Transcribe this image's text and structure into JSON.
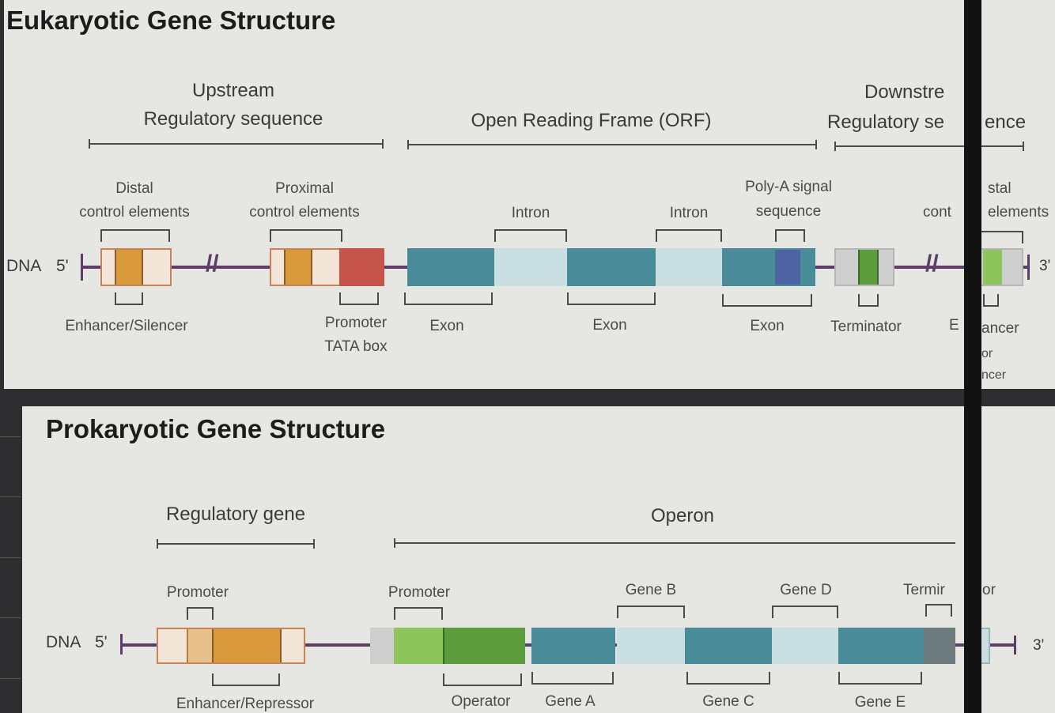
{
  "eukaryotic": {
    "title": "Eukaryotic Gene Structure",
    "regions": {
      "upstream_line1": "Upstream",
      "upstream_line2": "Regulatory sequence",
      "orf": "Open Reading Frame (ORF)",
      "downstream_line1": "Downstre",
      "downstream_line2": "Regulatory se",
      "downstream_line2_tail": "ence"
    },
    "dna_label": "DNA",
    "five_prime": "5'",
    "three_prime": "3'",
    "top_labels": {
      "distal_1": "Distal",
      "distal_2": "control elements",
      "proximal_1": "Proximal",
      "proximal_2": "control elements",
      "intron_1": "Intron",
      "intron_2": "Intron",
      "polya_1": "Poly-A signal",
      "polya_2": "sequence",
      "right_distal_1": "stal",
      "right_distal_2a": "cont",
      "right_distal_2b": "elements"
    },
    "bottom_labels": {
      "enhancer_silencer": "Enhancer/Silencer",
      "promoter": "Promoter",
      "tata_box": "TATA box",
      "exon_1": "Exon",
      "exon_2": "Exon",
      "exon_3": "Exon",
      "terminator": "Terminator",
      "right_e": "E",
      "right_ancer": "ancer",
      "right_or": "or",
      "right_ncer": "ncer"
    }
  },
  "prokaryotic": {
    "title": "Prokaryotic Gene Structure",
    "regions": {
      "regulatory_gene": "Regulatory gene",
      "operon": "Operon"
    },
    "dna_label": "DNA",
    "five_prime": "5'",
    "three_prime": "3'",
    "top_labels": {
      "promoter_1": "Promoter",
      "promoter_2": "Promoter",
      "gene_b": "Gene B",
      "gene_d": "Gene D",
      "terminator": "Termir",
      "terminator_tail": "or"
    },
    "bottom_labels": {
      "enhancer_repressor": "Enhancer/Repressor",
      "operator": "Operator",
      "gene_a": "Gene A",
      "gene_c": "Gene C",
      "gene_e": "Gene E"
    }
  },
  "colors": {
    "background": "#2e2e30",
    "slide": "#e6e6e3",
    "dna_backbone": "#5c3e68",
    "cream": "#f3e6d9",
    "orange": "#d99a3c",
    "red": "#c6544a",
    "teal": "#4a8b99",
    "light_teal": "#c9dfe2",
    "navy": "#4e64a2",
    "green": "#5c9c3c",
    "light_green": "#8ec45c",
    "gray": "#cfcfcf"
  }
}
